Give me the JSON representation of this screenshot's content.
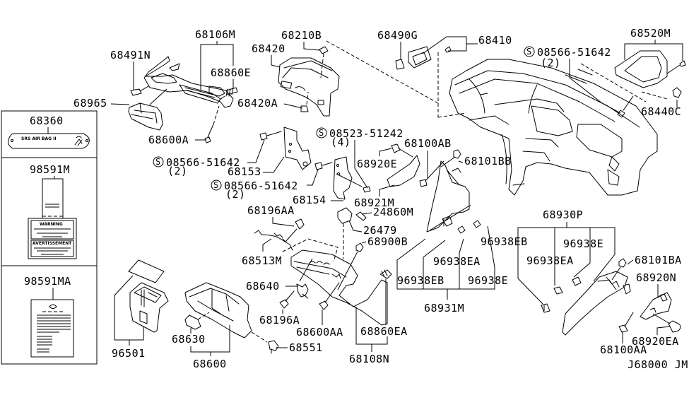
{
  "diagram": {
    "title": "Instrument Panel & Glove Box Parts Diagram",
    "ref_code": "J68000 JM",
    "inset_panels": [
      {
        "part": "68360",
        "label_text": "SRS AIR BAG II"
      },
      {
        "part": "98591M",
        "label_warning": "WARNING",
        "label_warning_fr": "AVERTISSEMENT"
      },
      {
        "part": "98591MA"
      }
    ],
    "callouts": {
      "p68106M": "68106M",
      "p68491N": "68491N",
      "p68860E": "68860E",
      "p68965": "68965",
      "p68600A": "68600A",
      "p68210B": "68210B",
      "p68420": "68420",
      "p68420A": "68420A",
      "p68490G": "68490G",
      "p68410": "68410",
      "p68520M": "68520M",
      "s08566a": "08566-51642",
      "s08566a_qty": "(2)",
      "p68440C": "68440C",
      "s08566b": "08566-51642",
      "s08566b_qty": "(2)",
      "p68153": "68153",
      "s08566c": "08566-51642",
      "s08566c_qty": "(2)",
      "p68154": "68154",
      "s08523": "08523-51242",
      "s08523_qty": "(4)",
      "p68100AB": "68100AB",
      "p68920E": "68920E",
      "p68101BB": "68101BB",
      "p68921M": "68921M",
      "p24860M": "24860M",
      "p26479": "26479",
      "p68196AA": "68196AA",
      "p68513M": "68513M",
      "p68900B": "68900B",
      "p68640": "68640",
      "p68196A": "68196A",
      "p68600AA": "68600AA",
      "p68860EA": "68860EA",
      "p68108N": "68108N",
      "p96501": "96501",
      "p68630": "68630",
      "p68600": "68600",
      "p68551": "68551",
      "p96938EB_l": "96938EB",
      "p96938EA_l": "96938EA",
      "p96938E_l": "96938E",
      "p68931M": "68931M",
      "p68930P": "68930P",
      "p96938EB_r": "96938EB",
      "p96938E_r": "96938E",
      "p96938EA_r": "96938EA",
      "p68101BA": "68101BA",
      "p68920N": "68920N",
      "p68920EA": "68920EA",
      "p68100AA": "68100AA"
    },
    "screw_symbol": "S"
  }
}
